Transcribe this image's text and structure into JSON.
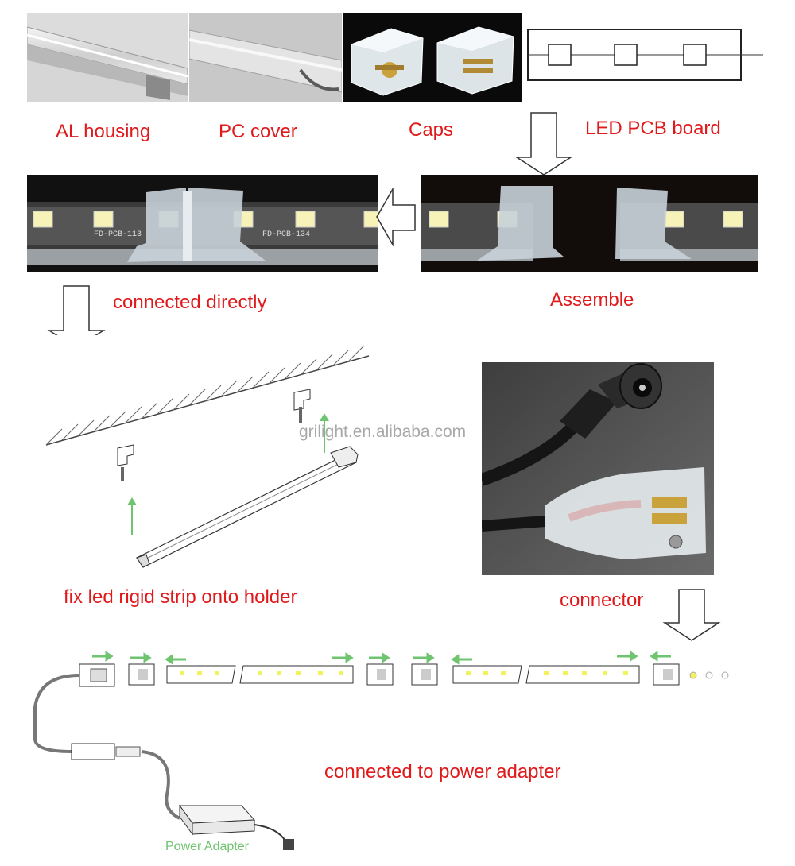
{
  "labels": {
    "al_housing": "AL housing",
    "pc_cover": "PC cover",
    "caps": "Caps",
    "led_pcb_board": "LED PCB board",
    "connected_directly": "connected directly",
    "assemble": "Assemble",
    "fix_holder": "fix led rigid strip onto holder",
    "connector": "connector",
    "connected_power": "connected to power adapter"
  },
  "pcb_text": {
    "left_code": "FD-PCB-113",
    "right_code": "FD-PCB-134"
  },
  "watermark": "grilight.en.alibaba.com",
  "power_adapter_label": "Power Adapter",
  "colors": {
    "label_red": "#e0191b",
    "arrow_green": "#6fc46f",
    "led_yellow": "#f2f25a"
  }
}
